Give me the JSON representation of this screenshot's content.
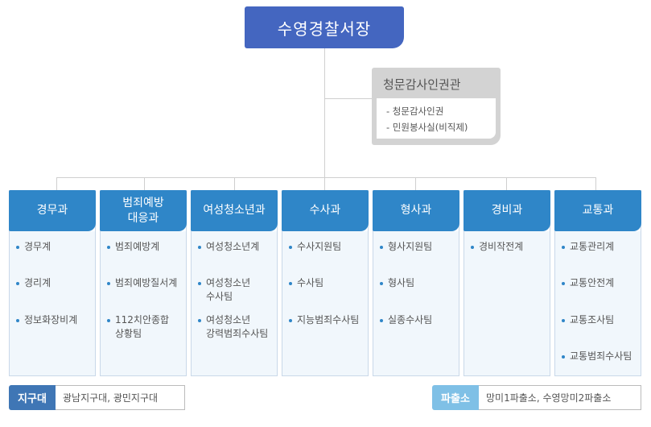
{
  "chief": {
    "label": "수영경찰서장"
  },
  "audit": {
    "title": "청문감사인권관",
    "items": [
      "- 청문감사인권",
      "- 민원봉사실(비직제)"
    ]
  },
  "departments": [
    {
      "name": "경무과",
      "items": [
        "경무계",
        "경리계",
        "정보화장비계"
      ]
    },
    {
      "name": "범죄예방\n대응과",
      "items": [
        "범죄예방계",
        "범죄예방질서계",
        "112치안종합\n상황팀"
      ]
    },
    {
      "name": "여성청소년과",
      "items": [
        "여성청소년계",
        "여성청소년\n수사팀",
        "여성청소년\n강력범죄수사팀"
      ]
    },
    {
      "name": "수사과",
      "items": [
        "수사지원팀",
        "수사팀",
        "지능범죄수사팀"
      ]
    },
    {
      "name": "형사과",
      "items": [
        "형사지원팀",
        "형사팀",
        "실종수사팀"
      ]
    },
    {
      "name": "경비과",
      "items": [
        "경비작전계"
      ]
    },
    {
      "name": "교통과",
      "items": [
        "교통관리계",
        "교통안전계",
        "교통조사팀",
        "교통범죄수사팀"
      ]
    }
  ],
  "footer": {
    "district": {
      "label": "지구대",
      "value": "광남지구대, 광민지구대"
    },
    "police_box": {
      "label": "파출소",
      "value": "망미1파출소, 수영망미2파출소"
    }
  },
  "colors": {
    "chief": "#4466c0",
    "dept_header": "#2f86c8",
    "district_tag": "#3f76b5",
    "box_tag": "#7fc0e6"
  }
}
